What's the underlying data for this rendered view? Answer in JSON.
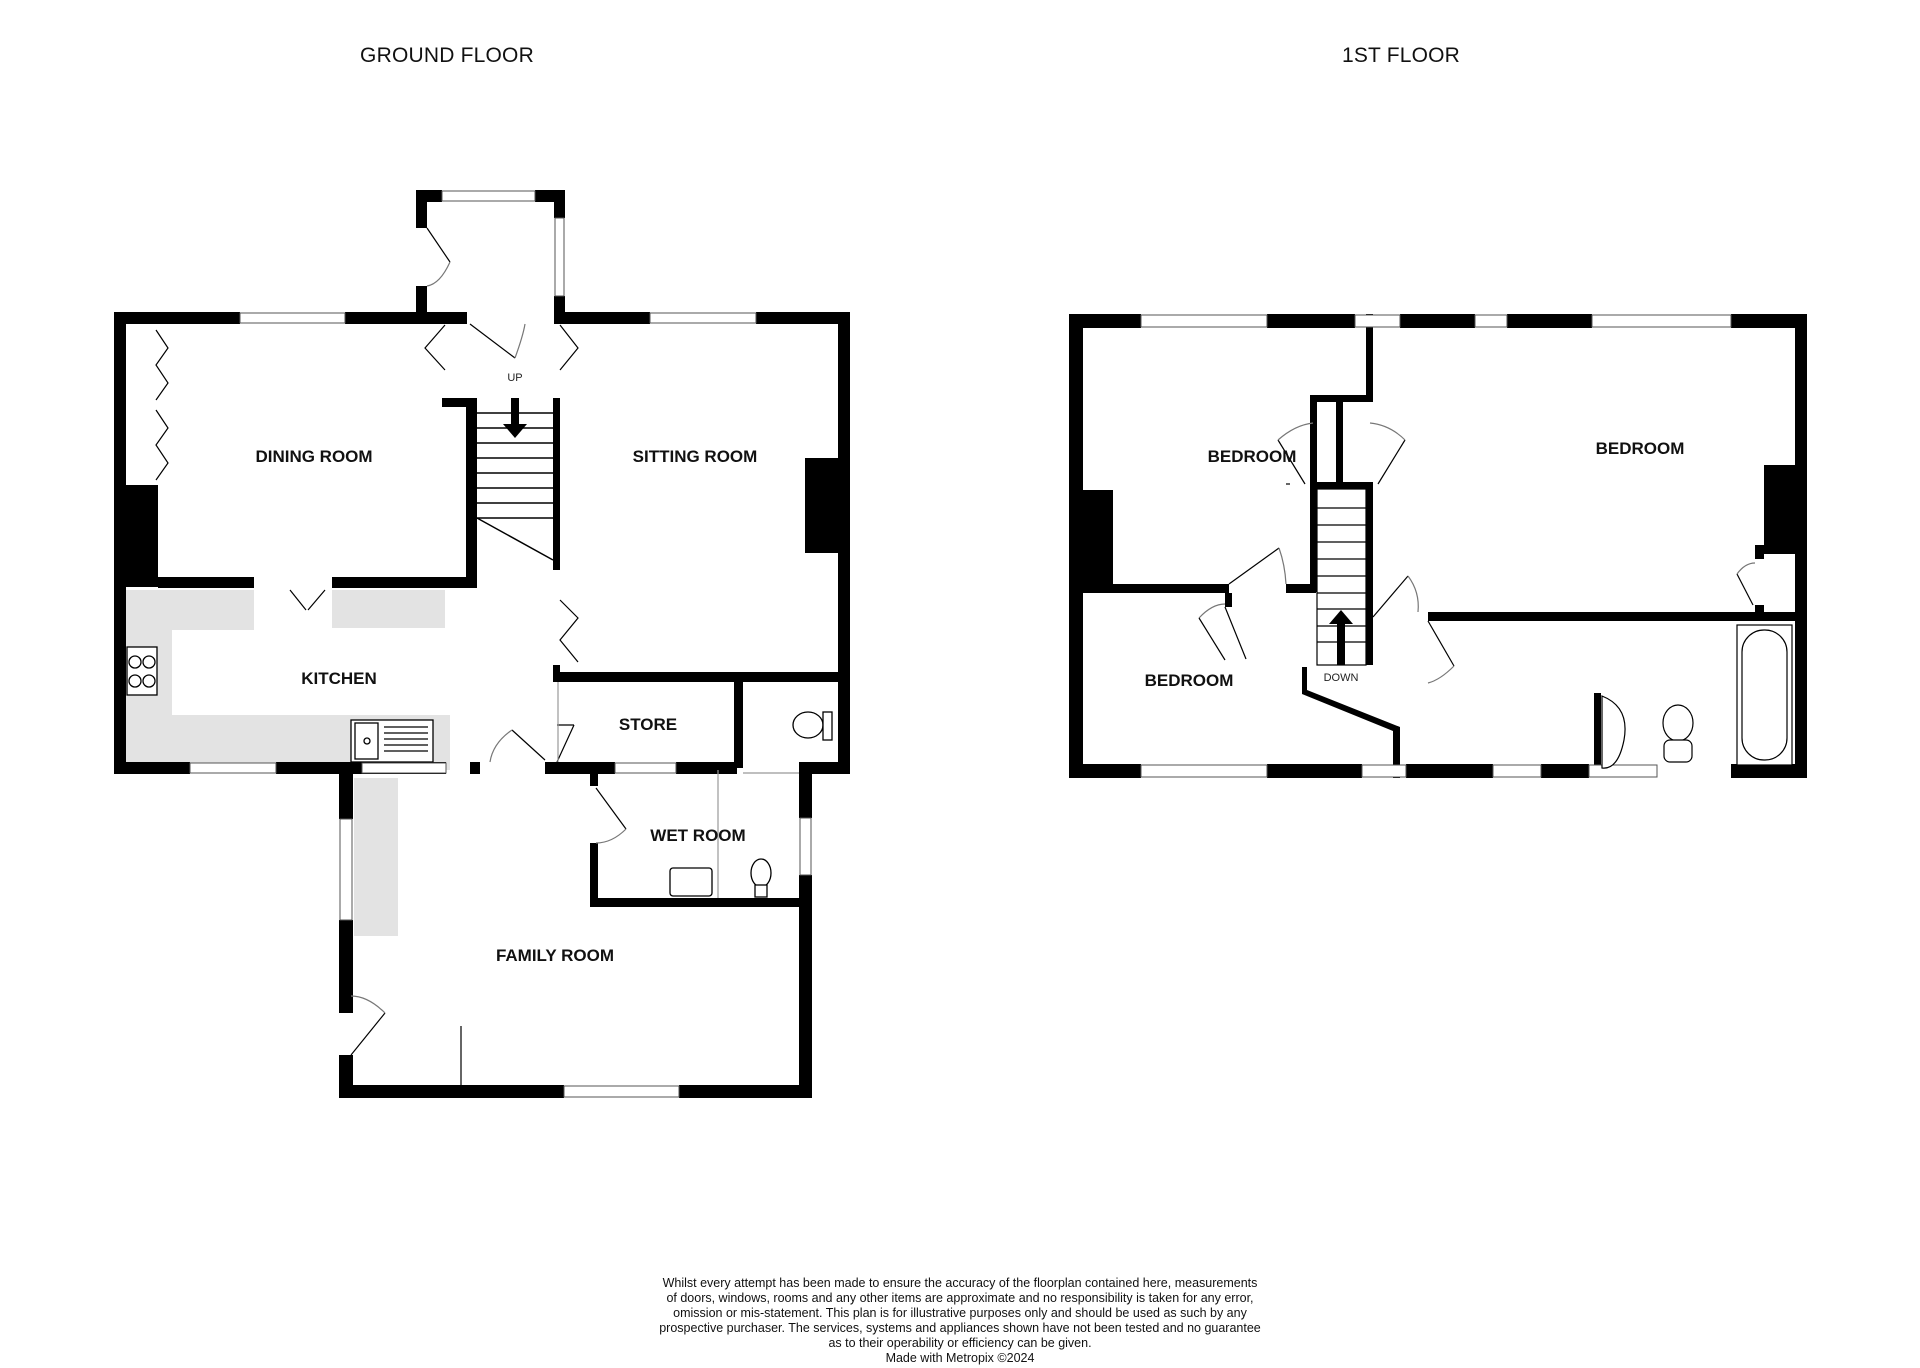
{
  "floors": {
    "ground": {
      "title": "GROUND FLOOR",
      "rooms": [
        {
          "name": "DINING ROOM"
        },
        {
          "name": "SITTING ROOM"
        },
        {
          "name": "KITCHEN"
        },
        {
          "name": "STORE"
        },
        {
          "name": "WET ROOM"
        },
        {
          "name": "FAMILY ROOM"
        }
      ],
      "stair_label": "UP"
    },
    "first": {
      "title": "1ST FLOOR",
      "rooms": [
        {
          "name": "BEDROOM"
        },
        {
          "name": "BEDROOM"
        },
        {
          "name": "BEDROOM"
        }
      ],
      "stair_label": "DOWN"
    }
  },
  "disclaimer": {
    "lines": [
      "Whilst every attempt has been made to ensure the accuracy of the floorplan contained here, measurements",
      "of doors, windows, rooms and any other items are approximate and no responsibility is taken for any error,",
      "omission or mis-statement. This plan is for illustrative purposes only and should be used as such by any",
      "prospective purchaser. The services, systems and appliances shown have not been tested and no guarantee",
      "as to their operability or efficiency can be given."
    ],
    "credit": "Made with Metropix ©2024"
  },
  "colors": {
    "wall": "#000000",
    "worktop": "#e3e3e3",
    "background": "#ffffff"
  }
}
